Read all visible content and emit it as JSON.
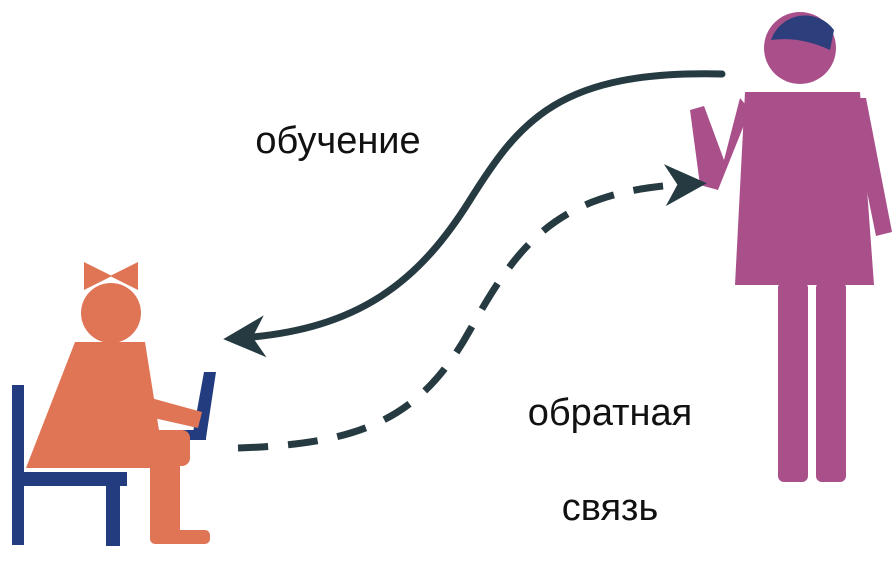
{
  "diagram": {
    "labels": {
      "learning": "обучение",
      "feedback_line1": "обратная",
      "feedback_line2": "связь"
    },
    "colors": {
      "student": "#e07556",
      "chair_and_laptop": "#233b7f",
      "teacher": "#a9508a",
      "teacher_hat": "#2c3f7c",
      "arrow": "#263a42"
    },
    "icons": {
      "student": "student-at-laptop-icon",
      "teacher": "teacher-icon"
    }
  }
}
